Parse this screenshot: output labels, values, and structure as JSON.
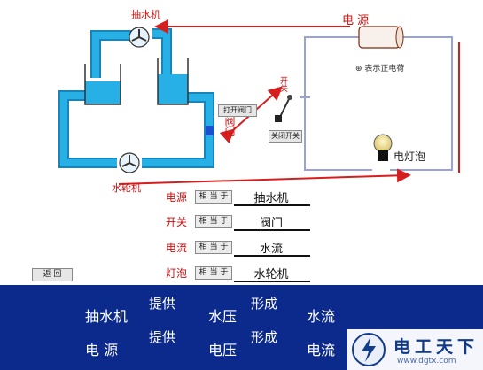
{
  "labels": {
    "pump": "抽水机",
    "power_source": "电 源",
    "positive_charge": "⊕ 表示正电荷",
    "switch": "开关",
    "valve": "阀门",
    "open_valve": "打开阀门",
    "close_switch": "关闭开关",
    "bulb": "电灯泡",
    "turbine": "水轮机"
  },
  "analogy": {
    "equiv_label": "相 当 于",
    "rows": [
      {
        "left": "电源",
        "right": "抽水机"
      },
      {
        "left": "开关",
        "right": "阀门"
      },
      {
        "left": "电流",
        "right": "水流"
      },
      {
        "left": "灯泡",
        "right": "水轮机"
      }
    ]
  },
  "back_button": "返 回",
  "summary": {
    "line1": {
      "start": "抽水机",
      "verb1": "提供",
      "mid": "水压",
      "verb2": "形成",
      "end": "水流"
    },
    "line2": {
      "start": "电 源",
      "verb1": "提供",
      "mid": "电压",
      "verb2": "形成",
      "end": "电流"
    }
  },
  "watermark": {
    "title": "电工天下",
    "url": "www.dgtx.com"
  },
  "colors": {
    "water": "#27b0e6",
    "pipe_edge": "#1a84b8",
    "circuit": "#9aa2dd",
    "arrow": "#d61e1e",
    "bottom_band": "#0c2a8c"
  }
}
